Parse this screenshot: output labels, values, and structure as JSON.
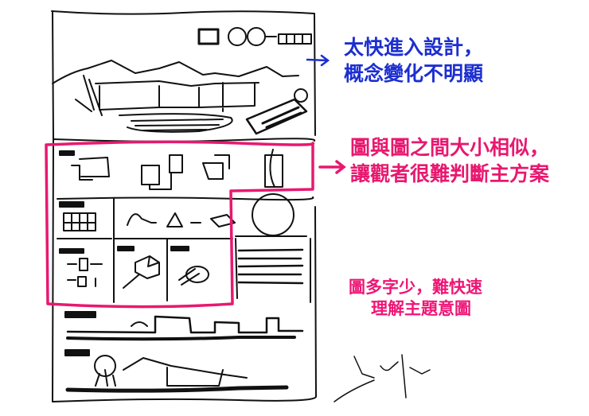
{
  "annotations": {
    "blue_note": {
      "lines": [
        "太快進入設計，",
        "概念變化不明顯"
      ],
      "color": "#1c2fd0"
    },
    "pink_note_1": {
      "lines": [
        "圖與圖之間大小相似，",
        "讓觀者很難判斷主方案"
      ],
      "color": "#e8186f"
    },
    "pink_note_2": {
      "lines": [
        "圖多字少，難快速",
        "理解主題意圖"
      ],
      "color": "#ef1675"
    }
  },
  "colors": {
    "ink": "#111111",
    "highlight": "#e8186f",
    "blue_arrow": "#1c2fd0",
    "background": "#ffffff"
  },
  "sketch": {
    "board": "hand-drawn presentation board layout",
    "sections": [
      "perspective-rendering",
      "concept-diagrams-strip",
      "concept-evolution",
      "site-circle",
      "text-block",
      "sections"
    ],
    "signature": "handwritten signature"
  }
}
